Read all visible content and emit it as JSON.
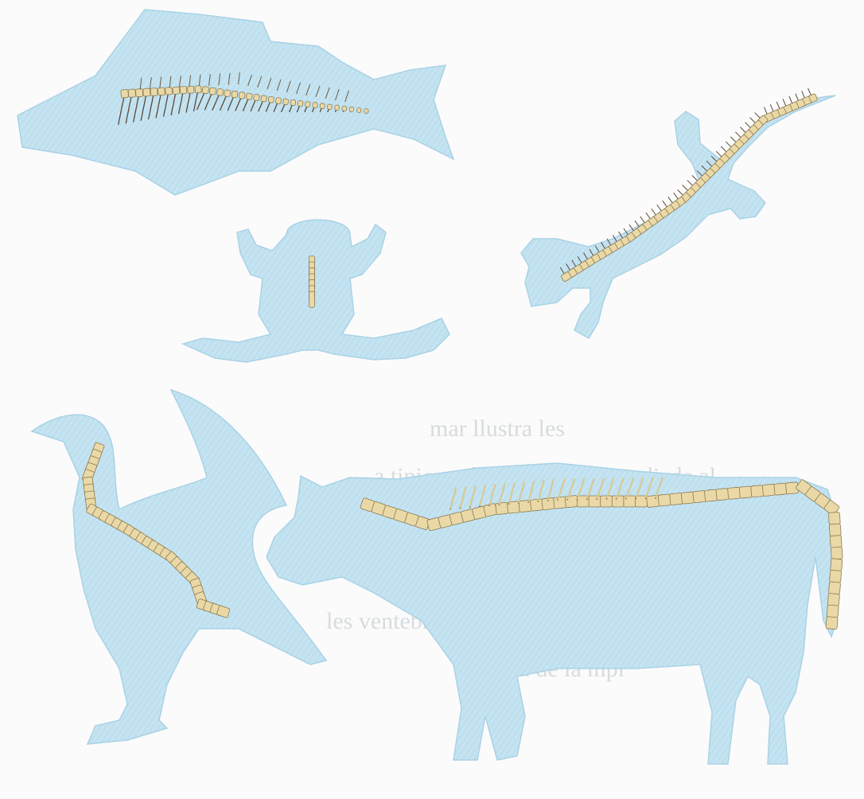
{
  "scene": {
    "description_free": true,
    "colors": {
      "background": "#fbfbfb",
      "silhouette": "#bfe0ef",
      "silhouette_edge": "#a9d2e6",
      "hatch": "#d8edf6",
      "bone": "#ead9a6",
      "bone_edge": "#8a7a52",
      "rib": "#5a4a3a"
    },
    "animals": [
      "fish",
      "frog",
      "salamander",
      "bird",
      "cow"
    ],
    "bleed_through_text": [
      "mar llustra les",
      "a tipica ref",
      "ran diade al",
      "les ventebr",
      "ue un de la mpl"
    ]
  }
}
